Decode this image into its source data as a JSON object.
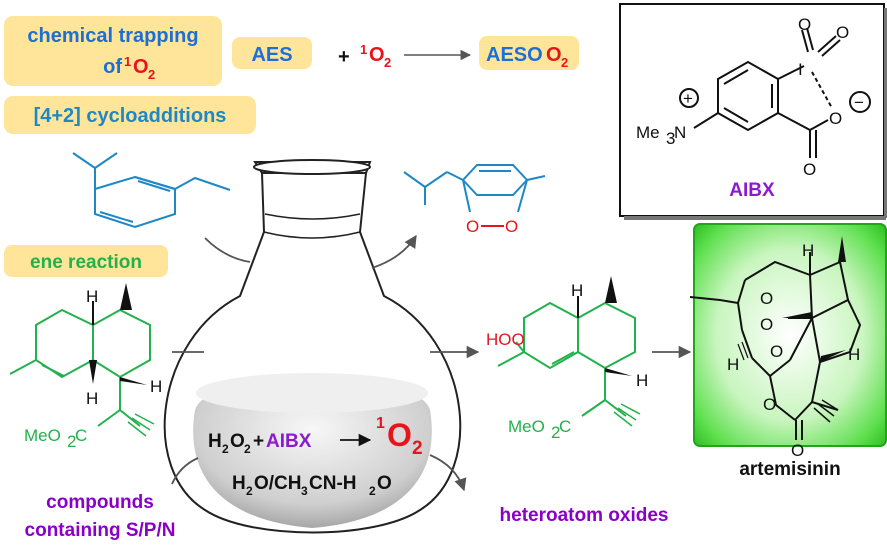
{
  "colors": {
    "label_box": "#ffe59a",
    "blue_text": "#1c6fd6",
    "teal_text": "#1e88c7",
    "red": "#e8141b",
    "green": "#22b14c",
    "purple": "#8a1bd0",
    "violet": "#8b00c9",
    "black": "#111111"
  },
  "labels": {
    "chem_trap_line1": "chemical trapping",
    "chem_trap_of": "of ",
    "aes": "AES",
    "plus": "+",
    "aeso": "AESO",
    "aeso_sub": "2",
    "cycloadditions": "[4+2] cycloadditions",
    "ene_reaction": "ene reaction",
    "compounds_line1": "compounds",
    "compounds_line2": "containing S/P/N",
    "heteroatom_oxides": "heteroatom oxides",
    "artemisinin": "artemisinin",
    "aibx": "AIBX"
  },
  "singlet_oxygen": {
    "superscript": "1",
    "symbol": "O",
    "subscript": "2"
  },
  "flask": {
    "h2o2_main": "H",
    "h2o2_sub": "2",
    "h2o2_o": "O",
    "plus": "+",
    "reagent": "AIBX",
    "solvent_h2o": "H",
    "solvent_h2o_sub": "2",
    "solvent_o": "O/CH",
    "solvent_ch3_sub": "3",
    "solvent_rest": "CN-H",
    "solvent_h2o_sub2": "2",
    "solvent_end": "O"
  },
  "atoms": {
    "h": "H",
    "o": "O",
    "hoo": "HOO",
    "meo2c_pre": "MeO",
    "meo2c_sub": "2",
    "meo2c_post": "C",
    "me3n_pre": "Me",
    "me3n_sub": "3",
    "me3n_post": "N",
    "iodine": "I",
    "plus_charge": "+",
    "minus_charge": "−"
  }
}
